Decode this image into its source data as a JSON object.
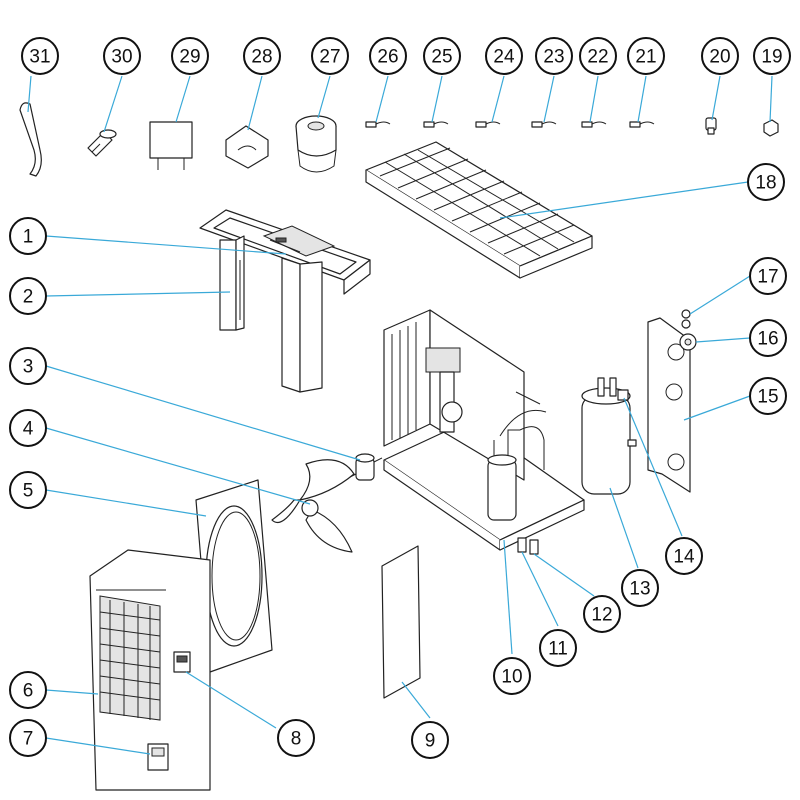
{
  "colors": {
    "leader": "#3aa9d8",
    "outline": "#222222",
    "background": "#ffffff"
  },
  "callouts": [
    "1",
    "2",
    "3",
    "4",
    "5",
    "6",
    "7",
    "8",
    "9",
    "10",
    "11",
    "12",
    "13",
    "14",
    "15",
    "16",
    "17",
    "18",
    "19",
    "20",
    "21",
    "22",
    "23",
    "24",
    "25",
    "26",
    "27",
    "28",
    "29",
    "30",
    "31"
  ]
}
